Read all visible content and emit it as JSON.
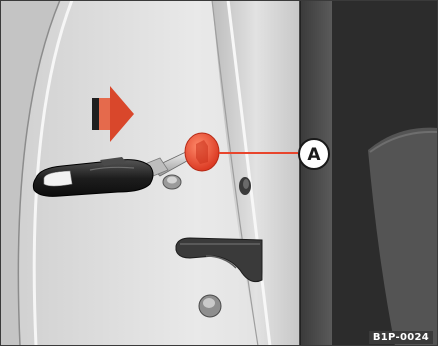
{
  "figure": {
    "callout_label": "A",
    "figure_code": "B1P-0024"
  },
  "colors": {
    "background": "#dcdcdc",
    "callout_red": "#e8452c",
    "arrow_red": "#d9472b",
    "frame": "#3a3a3a"
  },
  "icons": [
    "door-lock-cap",
    "insert-direction-arrow",
    "vehicle-key",
    "door-latch-bracket",
    "door-bolt"
  ]
}
